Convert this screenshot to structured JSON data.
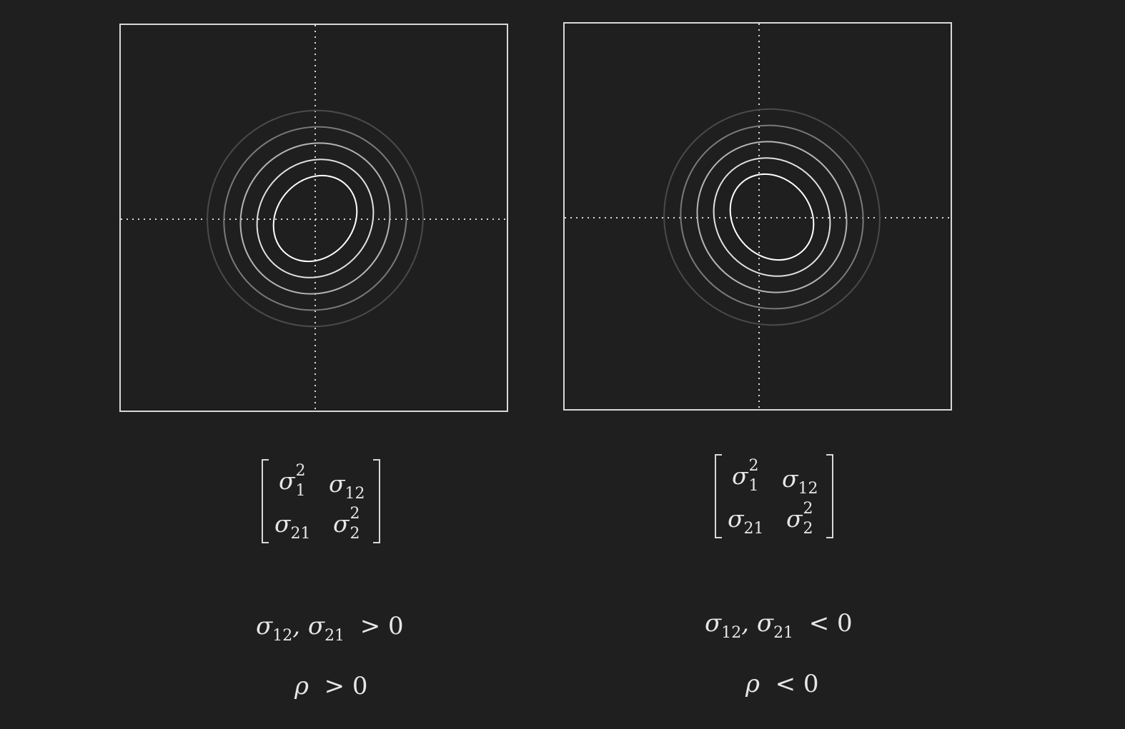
{
  "panels": [
    {
      "id": "left",
      "correlation": "positive",
      "contour_levels": 5,
      "matrix": {
        "symbol": "σ",
        "r1c1": {
          "sub": "1",
          "sup": "2"
        },
        "r1c2": {
          "sub": "12"
        },
        "r2c1": {
          "sub": "21"
        },
        "r2c2": {
          "sub": "2",
          "sup": "2"
        }
      },
      "condition": {
        "a_sub": "12",
        "sep": ",",
        "b_sub": "21",
        "relation": "> 0"
      },
      "rho": {
        "symbol": "ρ",
        "relation": "> 0"
      }
    },
    {
      "id": "right",
      "correlation": "negative",
      "contour_levels": 5,
      "matrix": {
        "symbol": "σ",
        "r1c1": {
          "sub": "1",
          "sup": "2"
        },
        "r1c2": {
          "sub": "12"
        },
        "r2c1": {
          "sub": "21"
        },
        "r2c2": {
          "sub": "2",
          "sup": "2"
        }
      },
      "condition": {
        "a_sub": "12",
        "sep": ",",
        "b_sub": "21",
        "relation": "< 0"
      },
      "rho": {
        "symbol": "ρ",
        "relation": "< 0"
      }
    }
  ],
  "colors": {
    "background": "#1f1f1f",
    "frame": "#d8d8d8",
    "text": "#e6e6e6",
    "contours": [
      "#ffffff",
      "#e0e0e0",
      "#b4b4b4",
      "#7a7a7a",
      "#4a4a4a"
    ]
  }
}
